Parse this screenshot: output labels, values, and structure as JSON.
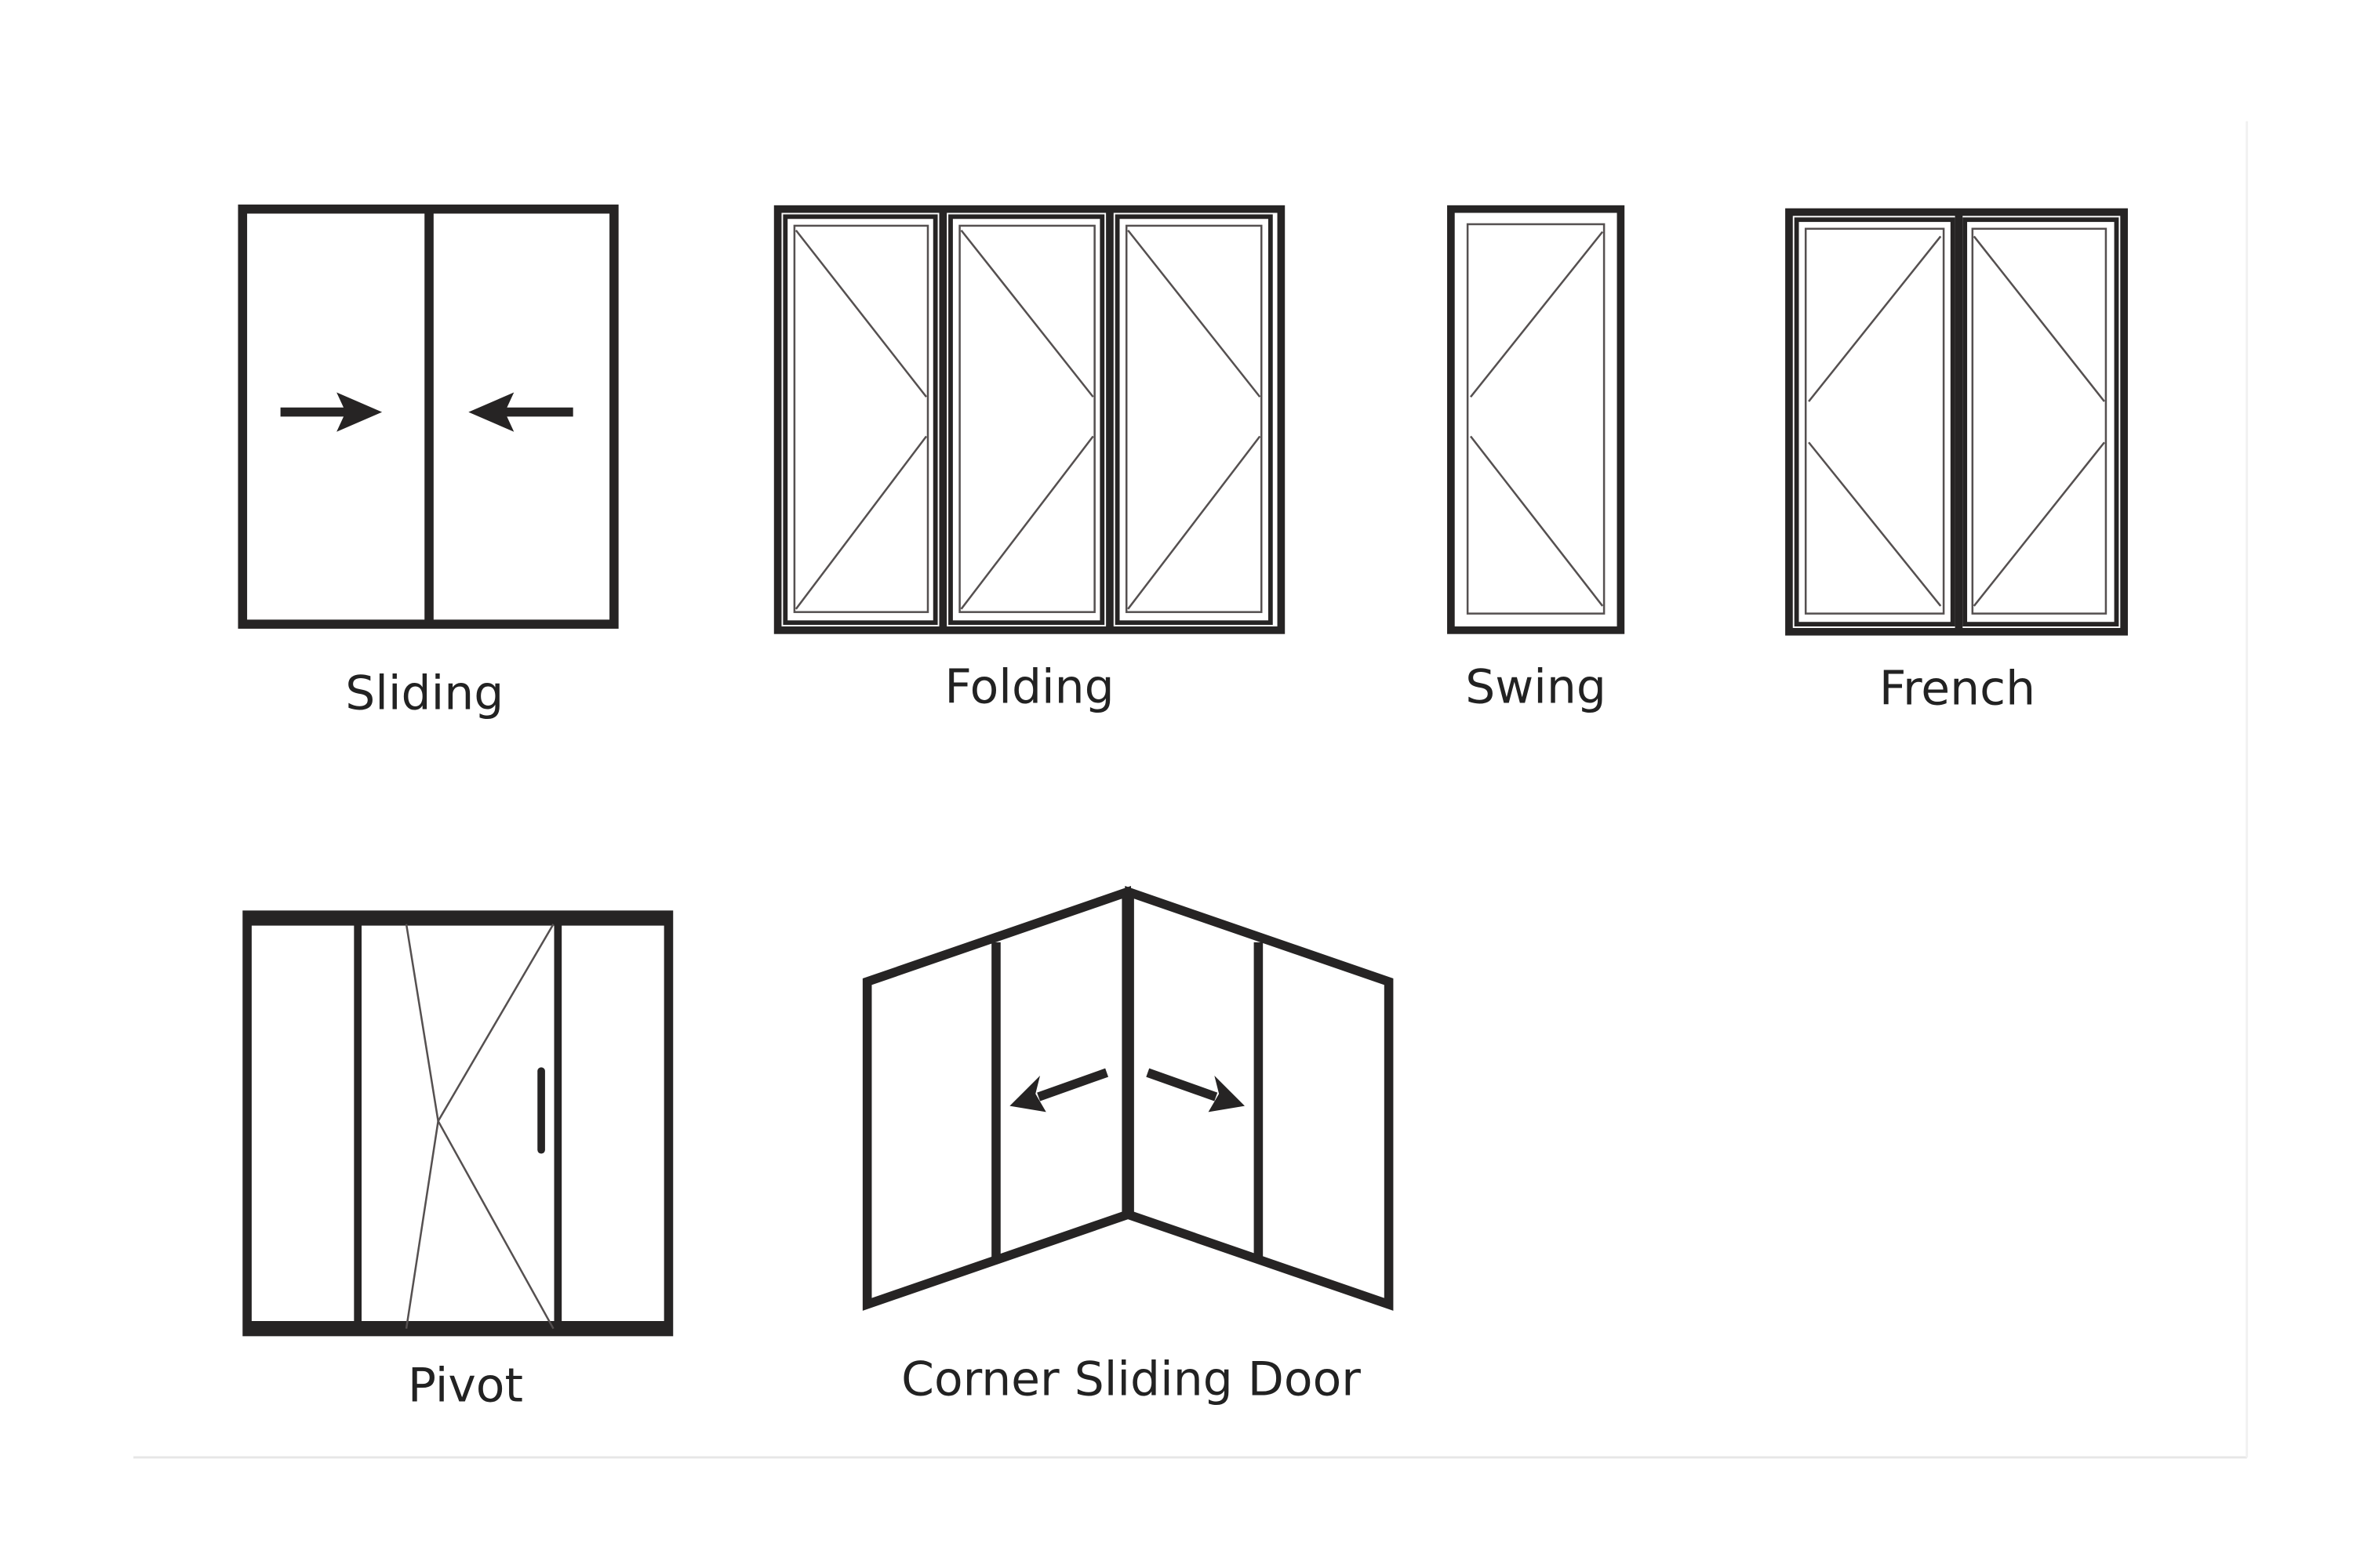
{
  "door_types": [
    {
      "label": "Sliding"
    },
    {
      "label": "Folding"
    },
    {
      "label": "Swing"
    },
    {
      "label": "French"
    },
    {
      "label": "Pivot"
    },
    {
      "label": "Corner Sliding Door"
    }
  ],
  "colors": {
    "frame": "#262424",
    "background": "#ffffff"
  }
}
